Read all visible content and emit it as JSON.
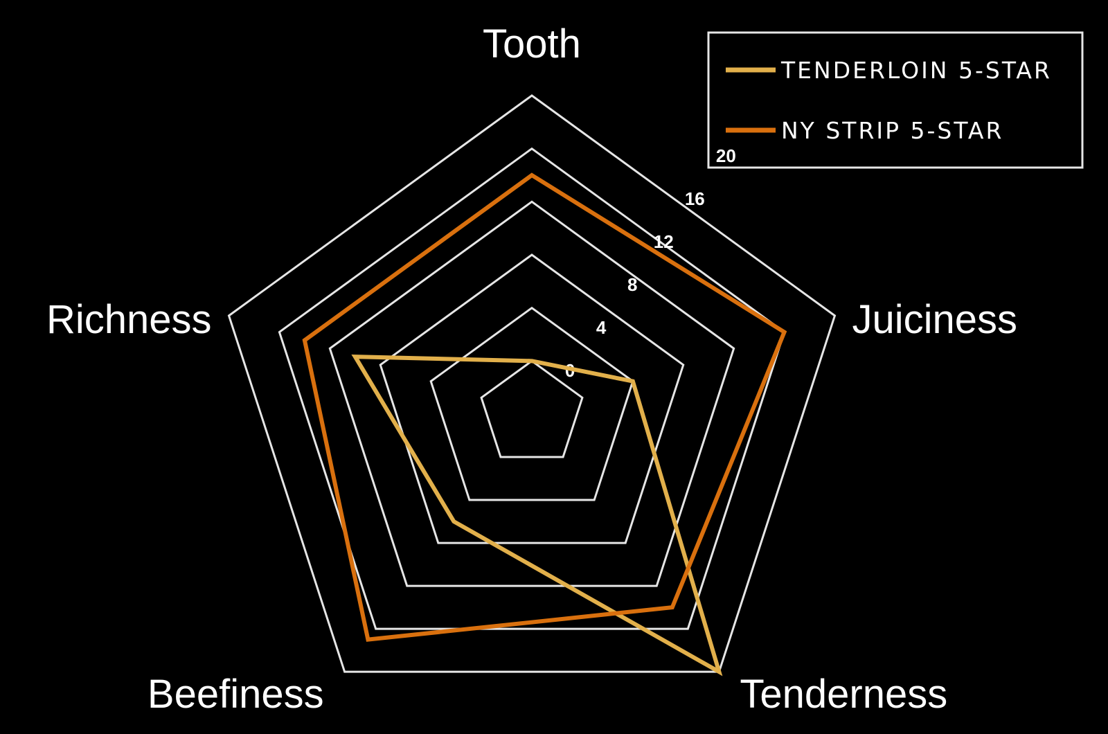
{
  "chart_data": {
    "type": "radar",
    "axes": [
      "Tooth",
      "Juiciness",
      "Tenderness",
      "Beefiness",
      "Richness"
    ],
    "ticks": [
      0,
      4,
      8,
      12,
      16,
      20
    ],
    "range": [
      -4,
      20
    ],
    "grid": true,
    "legend_position": "top-right",
    "series": [
      {
        "name": "TENDERLOIN 5-STAR",
        "color": "#e2b04b",
        "values": [
          0,
          4,
          20,
          6,
          10
        ]
      },
      {
        "name": "NY STRIP 5-STAR",
        "color": "#d9700e",
        "values": [
          14,
          16,
          14,
          17,
          14
        ]
      }
    ],
    "colors": {
      "background": "#000000",
      "grid": "#e6e6e6",
      "text": "#ffffff"
    }
  }
}
